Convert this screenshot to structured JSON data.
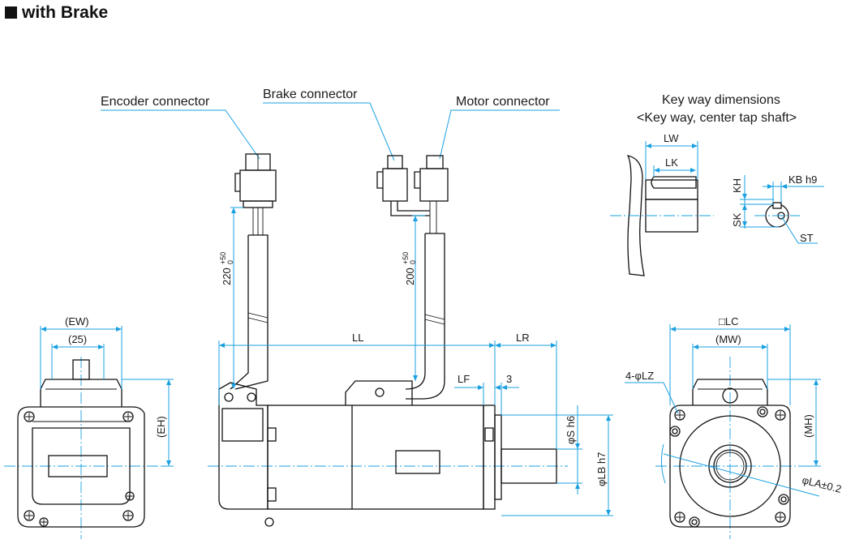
{
  "title": "with Brake",
  "connectors": {
    "encoder": "Encoder connector",
    "brake": "Brake connector",
    "motor": "Motor connector"
  },
  "keyway": {
    "title_line1": "Key way dimensions",
    "title_line2": "<Key way, center tap shaft>",
    "lw": "LW",
    "lk": "LK",
    "kh": "KH",
    "kb": "KB h9",
    "sk": "SK",
    "st": "ST"
  },
  "dimensions": {
    "ew": "(EW)",
    "d25": "(25)",
    "eh": "(EH)",
    "cable1": "220",
    "cable1_tol_upper": "+50",
    "cable1_tol_lower": "0",
    "cable2": "200",
    "cable2_tol_upper": "+50",
    "cable2_tol_lower": "0",
    "ll": "LL",
    "lr": "LR",
    "lf": "LF",
    "three": "3",
    "s": "φS h6",
    "lb": "φLB h7",
    "lc": "□LC",
    "mw": "(MW)",
    "mh": "(MH)",
    "lz": "4-φLZ",
    "la": "φLA±0.2"
  }
}
